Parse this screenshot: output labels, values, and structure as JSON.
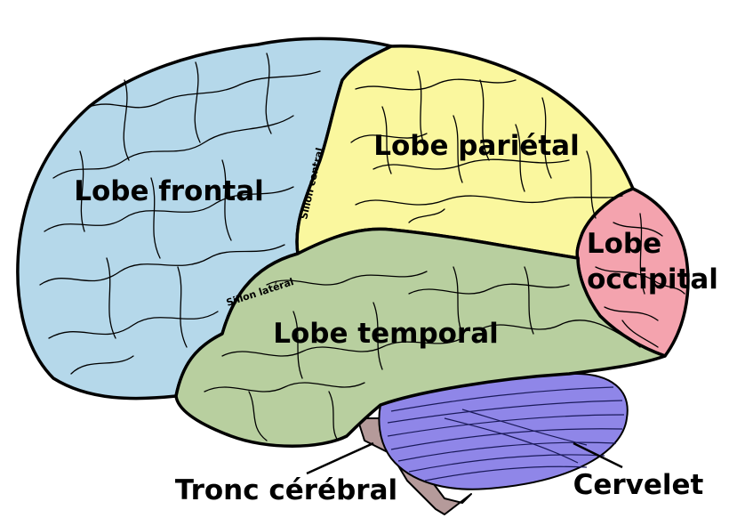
{
  "colors": {
    "frontal": "#b5d8ea",
    "parietal": "#faf79e",
    "temporal": "#b8cf9f",
    "occipital": "#f4a3ae",
    "cerebellum": "#8f86e8",
    "brainstem": "#b59a9a"
  },
  "labels": {
    "frontal": "Lobe frontal",
    "parietal": "Lobe pariétal",
    "temporal": "Lobe temporal",
    "occipital_line1": "Lobe",
    "occipital_line2": "occipital",
    "brainstem": "Tronc cérébral",
    "cerebellum": "Cervelet",
    "central_sulcus": "Sillon central",
    "lateral_sulcus": "Sillon latéral"
  }
}
